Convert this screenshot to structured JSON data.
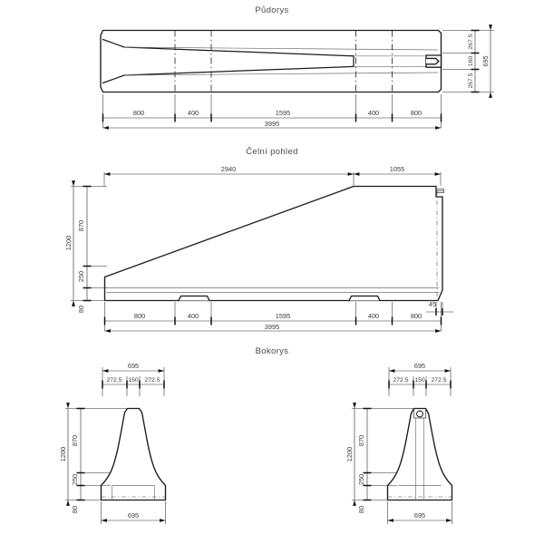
{
  "document": {
    "type": "technical-drawing",
    "language": "cs",
    "background_color": "#ffffff",
    "line_color": "#1b1b1b",
    "text_color": "#3b3b3b"
  },
  "views": {
    "plan": {
      "title": "Půdorys",
      "horizontal_chain": [
        "800",
        "400",
        "1595",
        "400",
        "800"
      ],
      "overall_length": "3995",
      "vertical_chain": [
        "267.5",
        "160",
        "267.5"
      ],
      "overall_width": "695"
    },
    "front": {
      "title": "Čelní pohled",
      "top_chain": [
        "2940",
        "1055"
      ],
      "left_overall_height": "1200",
      "left_chain": [
        "870",
        "250",
        "80"
      ],
      "bottom_chain": [
        "800",
        "400",
        "1595",
        "400",
        "800"
      ],
      "overall_length": "3995",
      "end_detail": "45"
    },
    "side": {
      "title": "Bokorys",
      "left_section": {
        "top_overall": "695",
        "top_chain": [
          "272.5",
          "150",
          "272.5"
        ],
        "overall_height": "1200",
        "height_chain": [
          "870",
          "250",
          "80"
        ],
        "base_width": "695"
      },
      "right_section": {
        "top_overall": "695",
        "top_chain": [
          "272.5",
          "150",
          "272.5"
        ],
        "overall_height": "1200",
        "height_chain": [
          "870",
          "250",
          "80"
        ],
        "base_width": "695"
      }
    }
  }
}
